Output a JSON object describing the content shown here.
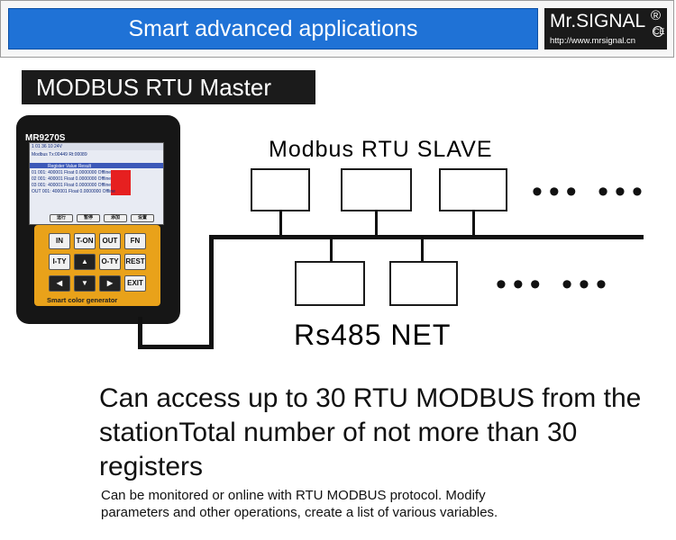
{
  "header": {
    "title": "Smart advanced applications",
    "logo_name": "Mr.SIGNAL",
    "logo_reg": "®",
    "logo_ce": "CE",
    "logo_url": "http://www.mrsignal.cn"
  },
  "master_label": "MODBUS RTU Master",
  "device": {
    "model": "MR9270S",
    "footer": "Smart color generator",
    "screen_rows": [
      "1  01  36  10        24V",
      "Modbus     Tx:00449 Rt:00089",
      "Register  Value  Result",
      "01   001: 400001   Float  0.0000000  Offline",
      "02   001: 400001   Float  0.0000000  Offline",
      "03   001: 400001   Float  0.0000000  Offline",
      "OUT  001: 400001   Float  0.0000000  Offline"
    ],
    "screen_buttons": [
      "运行",
      "暂停",
      "添加",
      "设置"
    ],
    "keys": [
      "IN",
      "T-ON",
      "OUT",
      "FN",
      "I-TY",
      "O-TY",
      "REST",
      "EXIT"
    ]
  },
  "network": {
    "slave_label": "Modbus RTU SLAVE",
    "net_label": "Rs485  NET",
    "dots_top": "•••  •••",
    "dots_bottom": "•••  •••"
  },
  "description": {
    "main": "Can access up to 30 RTU MODBUS from the stationTotal number of not more than 30 registers",
    "detail": "Can be monitored or online with RTU MODBUS protocol. Modify parameters and other operations, create a list of various variables."
  },
  "colors": {
    "header_bar": "#1f72d6",
    "device_orange": "#e9a21a",
    "label_bg": "#1b1b1b"
  }
}
